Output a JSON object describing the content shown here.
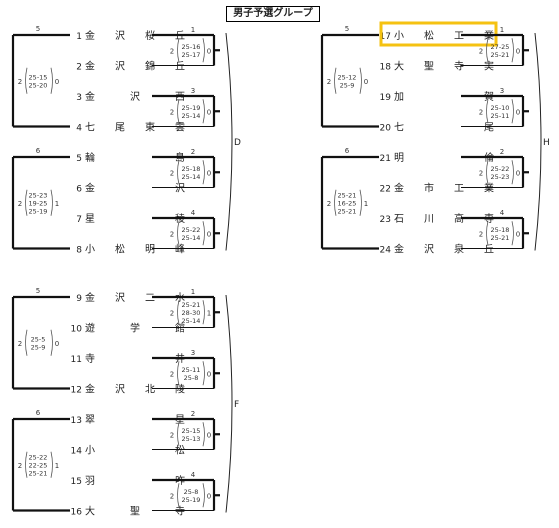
{
  "title": "男子予選グループ",
  "highlight_color": "#f5c211",
  "groups": [
    {
      "label": "D",
      "teams": [
        {
          "no": "1",
          "name": "金沢桜丘"
        },
        {
          "no": "2",
          "name": "金沢錦丘"
        },
        {
          "no": "3",
          "name": "金沢西"
        },
        {
          "no": "4",
          "name": "七尾東雲"
        },
        {
          "no": "5",
          "name": "輪島"
        },
        {
          "no": "6",
          "name": "金沢"
        },
        {
          "no": "7",
          "name": "星稜"
        },
        {
          "no": "8",
          "name": "小松明峰"
        }
      ],
      "first_round": [
        {
          "match": "1",
          "scores": [
            "25-16",
            "25-17"
          ],
          "sets": [
            "2",
            "0"
          ]
        },
        {
          "match": "3",
          "scores": [
            "25-19",
            "25-14"
          ],
          "sets": [
            "2",
            "0"
          ]
        },
        {
          "match": "2",
          "scores": [
            "25-18",
            "25-14"
          ],
          "sets": [
            "2",
            "0"
          ]
        },
        {
          "match": "4",
          "scores": [
            "25-22",
            "25-14"
          ],
          "sets": [
            "2",
            "0"
          ]
        }
      ],
      "second_round": [
        {
          "match": "5",
          "scores": [
            "25-15",
            "25-20"
          ],
          "sets": [
            "2",
            "0"
          ]
        },
        {
          "match": "6",
          "scores": [
            "25-23",
            "19-25",
            "25-19"
          ],
          "sets": [
            "2",
            "1"
          ]
        }
      ]
    },
    {
      "label": "H",
      "teams": [
        {
          "no": "17",
          "name": "小松工業",
          "highlight": true
        },
        {
          "no": "18",
          "name": "大聖寺実"
        },
        {
          "no": "19",
          "name": "加賀"
        },
        {
          "no": "20",
          "name": "七尾"
        },
        {
          "no": "21",
          "name": "明倫"
        },
        {
          "no": "22",
          "name": "金市工業"
        },
        {
          "no": "23",
          "name": "石川高専"
        },
        {
          "no": "24",
          "name": "金沢泉丘"
        }
      ],
      "first_round": [
        {
          "match": "1",
          "scores": [
            "27-25",
            "25-21"
          ],
          "sets": [
            "2",
            "0"
          ]
        },
        {
          "match": "3",
          "scores": [
            "25-10",
            "25-11"
          ],
          "sets": [
            "2",
            "0"
          ]
        },
        {
          "match": "2",
          "scores": [
            "25-22",
            "25-23"
          ],
          "sets": [
            "2",
            "0"
          ]
        },
        {
          "match": "4",
          "scores": [
            "25-18",
            "25-21"
          ],
          "sets": [
            "2",
            "0"
          ]
        }
      ],
      "second_round": [
        {
          "match": "5",
          "scores": [
            "25-12",
            "25-9"
          ],
          "sets": [
            "2",
            "0"
          ]
        },
        {
          "match": "6",
          "scores": [
            "25-21",
            "16-25",
            "25-21"
          ],
          "sets": [
            "2",
            "1"
          ]
        }
      ]
    },
    {
      "label": "F",
      "teams": [
        {
          "no": "9",
          "name": "金沢二水"
        },
        {
          "no": "10",
          "name": "遊学館"
        },
        {
          "no": "11",
          "name": "寺井"
        },
        {
          "no": "12",
          "name": "金沢北陵"
        },
        {
          "no": "13",
          "name": "翠星"
        },
        {
          "no": "14",
          "name": "小松"
        },
        {
          "no": "15",
          "name": "羽咋"
        },
        {
          "no": "16",
          "name": "大聖寺"
        }
      ],
      "first_round": [
        {
          "match": "1",
          "scores": [
            "25-21",
            "28-30",
            "25-14"
          ],
          "sets": [
            "2",
            "1"
          ]
        },
        {
          "match": "3",
          "scores": [
            "25-11",
            "25-8"
          ],
          "sets": [
            "2",
            "0"
          ]
        },
        {
          "match": "2",
          "scores": [
            "25-15",
            "25-13"
          ],
          "sets": [
            "2",
            "0"
          ]
        },
        {
          "match": "4",
          "scores": [
            "25-8",
            "25-19"
          ],
          "sets": [
            "2",
            "0"
          ]
        }
      ],
      "second_round": [
        {
          "match": "5",
          "scores": [
            "25-5",
            "25-9"
          ],
          "sets": [
            "2",
            "0"
          ]
        },
        {
          "match": "6",
          "scores": [
            "25-22",
            "22-25",
            "25-21"
          ],
          "sets": [
            "2",
            "1"
          ]
        }
      ]
    }
  ]
}
